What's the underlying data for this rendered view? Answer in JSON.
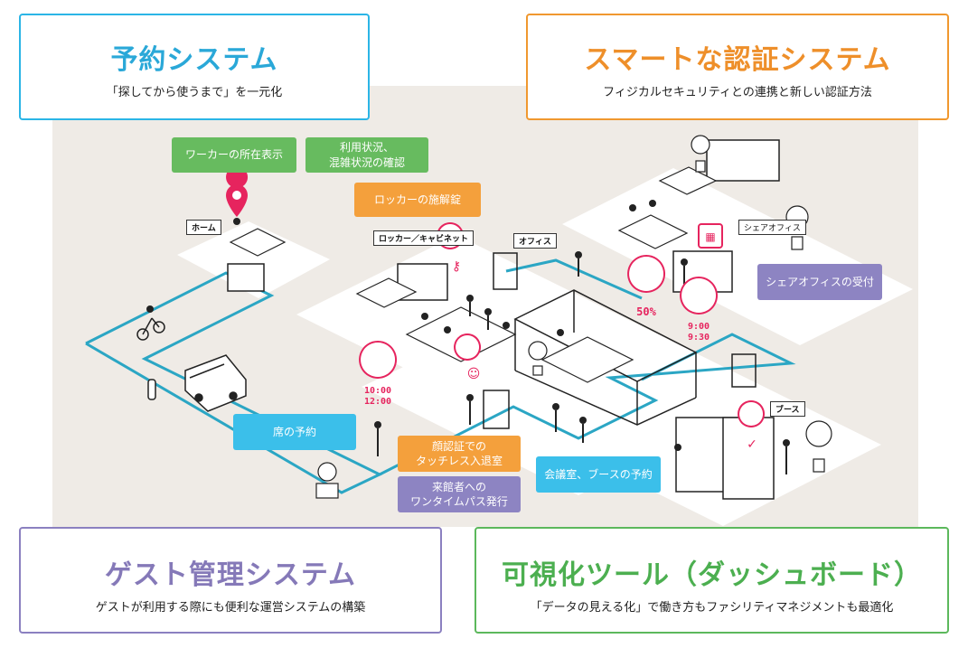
{
  "cards": {
    "reservation": {
      "title": "予約システム",
      "subtitle": "「探してから使うまで」を一元化",
      "color": "#2bb5e6"
    },
    "auth": {
      "title": "スマートな認証システム",
      "subtitle": "フィジカルセキュリティとの連携と新しい認証方法",
      "color": "#f0982f"
    },
    "guest": {
      "title": "ゲスト管理システム",
      "subtitle": "ゲストが利用する際にも便利な運営システムの構築",
      "color": "#8b80c0"
    },
    "visualization": {
      "title": "可視化ツール（ダッシュボード）",
      "subtitle": "「データの見える化」で働き方もファシリティマネジメントも最適化",
      "color": "#5cb85c"
    }
  },
  "tags": {
    "worker_location": "ワーカーの所在表示",
    "usage_status": "利用状況、\n混雑状況の確認",
    "locker_lock": "ロッカーの施解錠",
    "seat_reservation": "席の予約",
    "face_auth": "顔認証での\nタッチレス入退室",
    "visitor_pass": "来館者への\nワンタイムパス発行",
    "meeting_booth_reservation": "会議室、ブースの予約",
    "share_office_reception": "シェアオフィスの受付"
  },
  "area_labels": {
    "home": "ホーム",
    "locker": "ロッカー／キャビネット",
    "office": "オフィス",
    "share_office": "シェアオフィス",
    "booth": "ブース"
  },
  "bubble_texts": {
    "percent": "50%",
    "time_a": "9:00\n9:30",
    "time_b": "10:00\n12:00"
  },
  "colors": {
    "background": "#efebe6",
    "path": "#2ba6c4",
    "pin": "#e6245e"
  }
}
